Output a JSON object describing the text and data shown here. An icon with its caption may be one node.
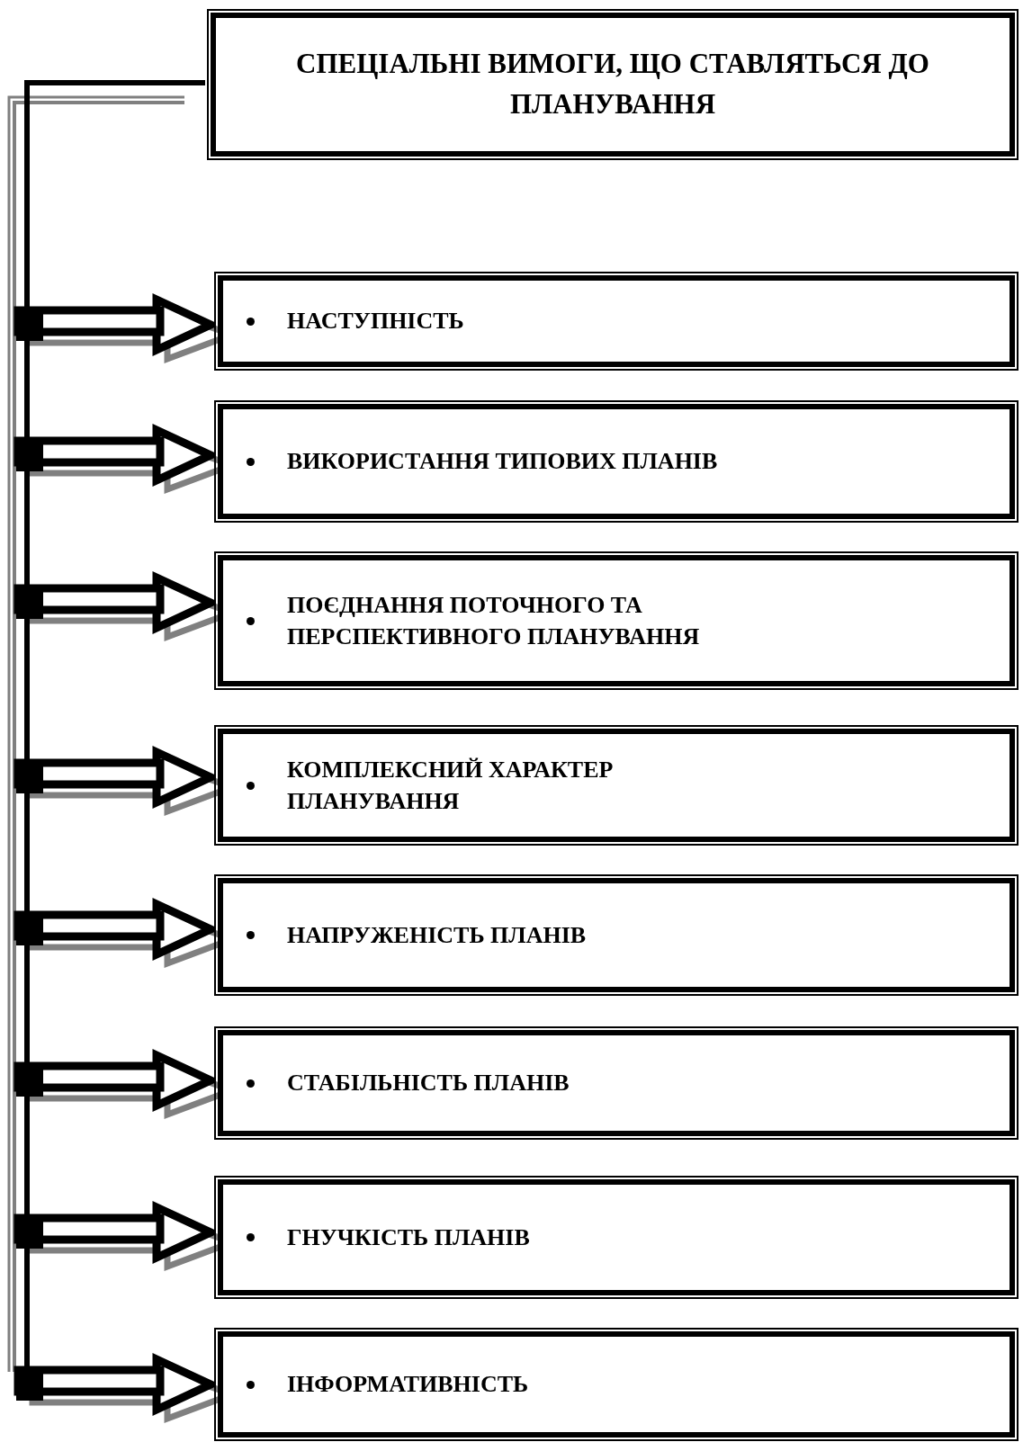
{
  "diagram": {
    "nodes": [
      {
        "text": [
          "СПЕЦІАЛЬНІ ВИМОГИ, ЩО СТАВЛЯТЬСЯ ДО ПЛАНУВАННЯ"
        ]
      },
      {
        "text": [
          "НАСТУПНІСТЬ"
        ]
      },
      {
        "text": [
          "ВИКОРИСТАННЯ ТИПОВИХ ПЛАНІВ"
        ]
      },
      {
        "text": [
          "ПОЄДНАННЯ ПОТОЧНОГО ТА ПЕРСПЕКТИВНОГО ПЛАНУВАННЯ"
        ]
      },
      {
        "text": [
          "КОМПЛЕКСНИЙ ХАРАКТЕР ПЛАНУВАННЯ"
        ]
      },
      {
        "text": [
          "НАПРУЖЕНІСТЬ ПЛАНІВ"
        ]
      },
      {
        "text": [
          "СТАБІЛЬНІСТЬ ПЛАНІВ"
        ]
      },
      {
        "text": [
          "ГНУЧКІСТЬ ПЛАНІВ"
        ]
      },
      {
        "text": [
          "ІНФОРМАТИВНІСТЬ"
        ]
      }
    ],
    "edges": [
      {
        "from": 0,
        "to": 1,
        "arrow": "to"
      },
      {
        "from": 0,
        "to": 2,
        "arrow": "to"
      },
      {
        "from": 0,
        "to": 3,
        "arrow": "to"
      },
      {
        "from": 0,
        "to": 4,
        "arrow": "to"
      },
      {
        "from": 0,
        "to": 5,
        "arrow": "to"
      },
      {
        "from": 0,
        "to": 6,
        "arrow": "to"
      },
      {
        "from": 0,
        "to": 7,
        "arrow": "to"
      },
      {
        "from": 0,
        "to": 8,
        "arrow": "to"
      }
    ]
  }
}
